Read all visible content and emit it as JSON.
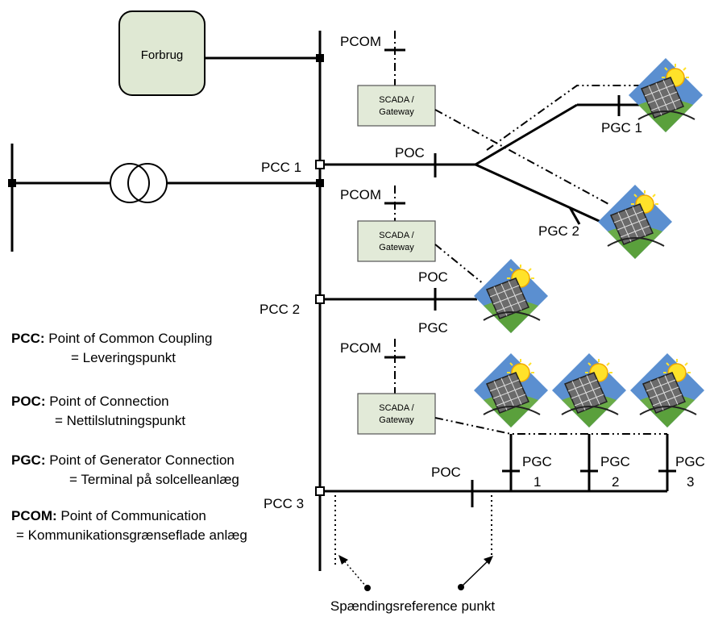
{
  "consumer": {
    "label": "Forbrug"
  },
  "pcc_labels": [
    "PCC 1",
    "PCC 2",
    "PCC 3"
  ],
  "pcom_label": "PCOM",
  "scada": {
    "line1": "SCADA /",
    "line2": "Gateway"
  },
  "poc_label": "POC",
  "pgc_label": "PGC",
  "pgc1_label": "PGC 1",
  "pgc2_label": "PGC 2",
  "pgc_numbers": [
    "1",
    "2",
    "3"
  ],
  "voltage_ref_label": "Spændingsreference punkt",
  "legend": [
    {
      "abbr": "PCC:",
      "text": " Point of Common Coupling",
      "sub": "= Leveringspunkt"
    },
    {
      "abbr": "POC:",
      "text": " Point of Connection",
      "sub": "= Nettilslutningspunkt"
    },
    {
      "abbr": "PGC:",
      "text": " Point of Generator Connection",
      "sub": "= Terminal på solcelleanlæg"
    },
    {
      "abbr": "PCOM:",
      "text": " Point of Communication",
      "sub": "= Kommunikationsgrænseflade anlæg"
    }
  ],
  "colors": {
    "consumer_fill": "#dfe8d3",
    "scada_fill": "#e2ead8",
    "sky": "#5b8fd0",
    "ground": "#5aa03c",
    "sun": "#ffe22a"
  }
}
